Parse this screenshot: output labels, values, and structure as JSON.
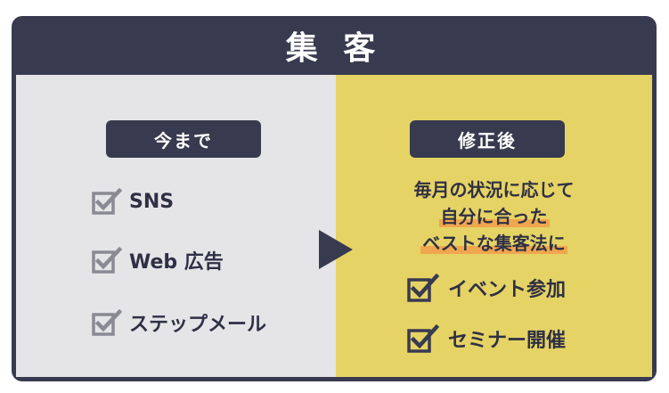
{
  "title": "集 客",
  "before": {
    "label": "今まで",
    "items": [
      "SNS",
      "Web 広告",
      "ステップメール"
    ]
  },
  "after": {
    "label": "修正後",
    "description": {
      "line1": "毎月の状況に応じて",
      "line2": "自分に合った",
      "line3": "ベストな集客法に"
    },
    "items": [
      "イベント参加",
      "セミナー開催"
    ]
  },
  "colors": {
    "dark": "#383a4f",
    "left_bg": "#e5e5e8",
    "right_bg": "#e5d365",
    "highlight": "#f0a64e",
    "check_gray": "#8a8a93"
  },
  "icons": {
    "left": "checkbox-checked-icon",
    "right": "checkbox-checked-icon",
    "divider": "triangle-right-icon"
  }
}
